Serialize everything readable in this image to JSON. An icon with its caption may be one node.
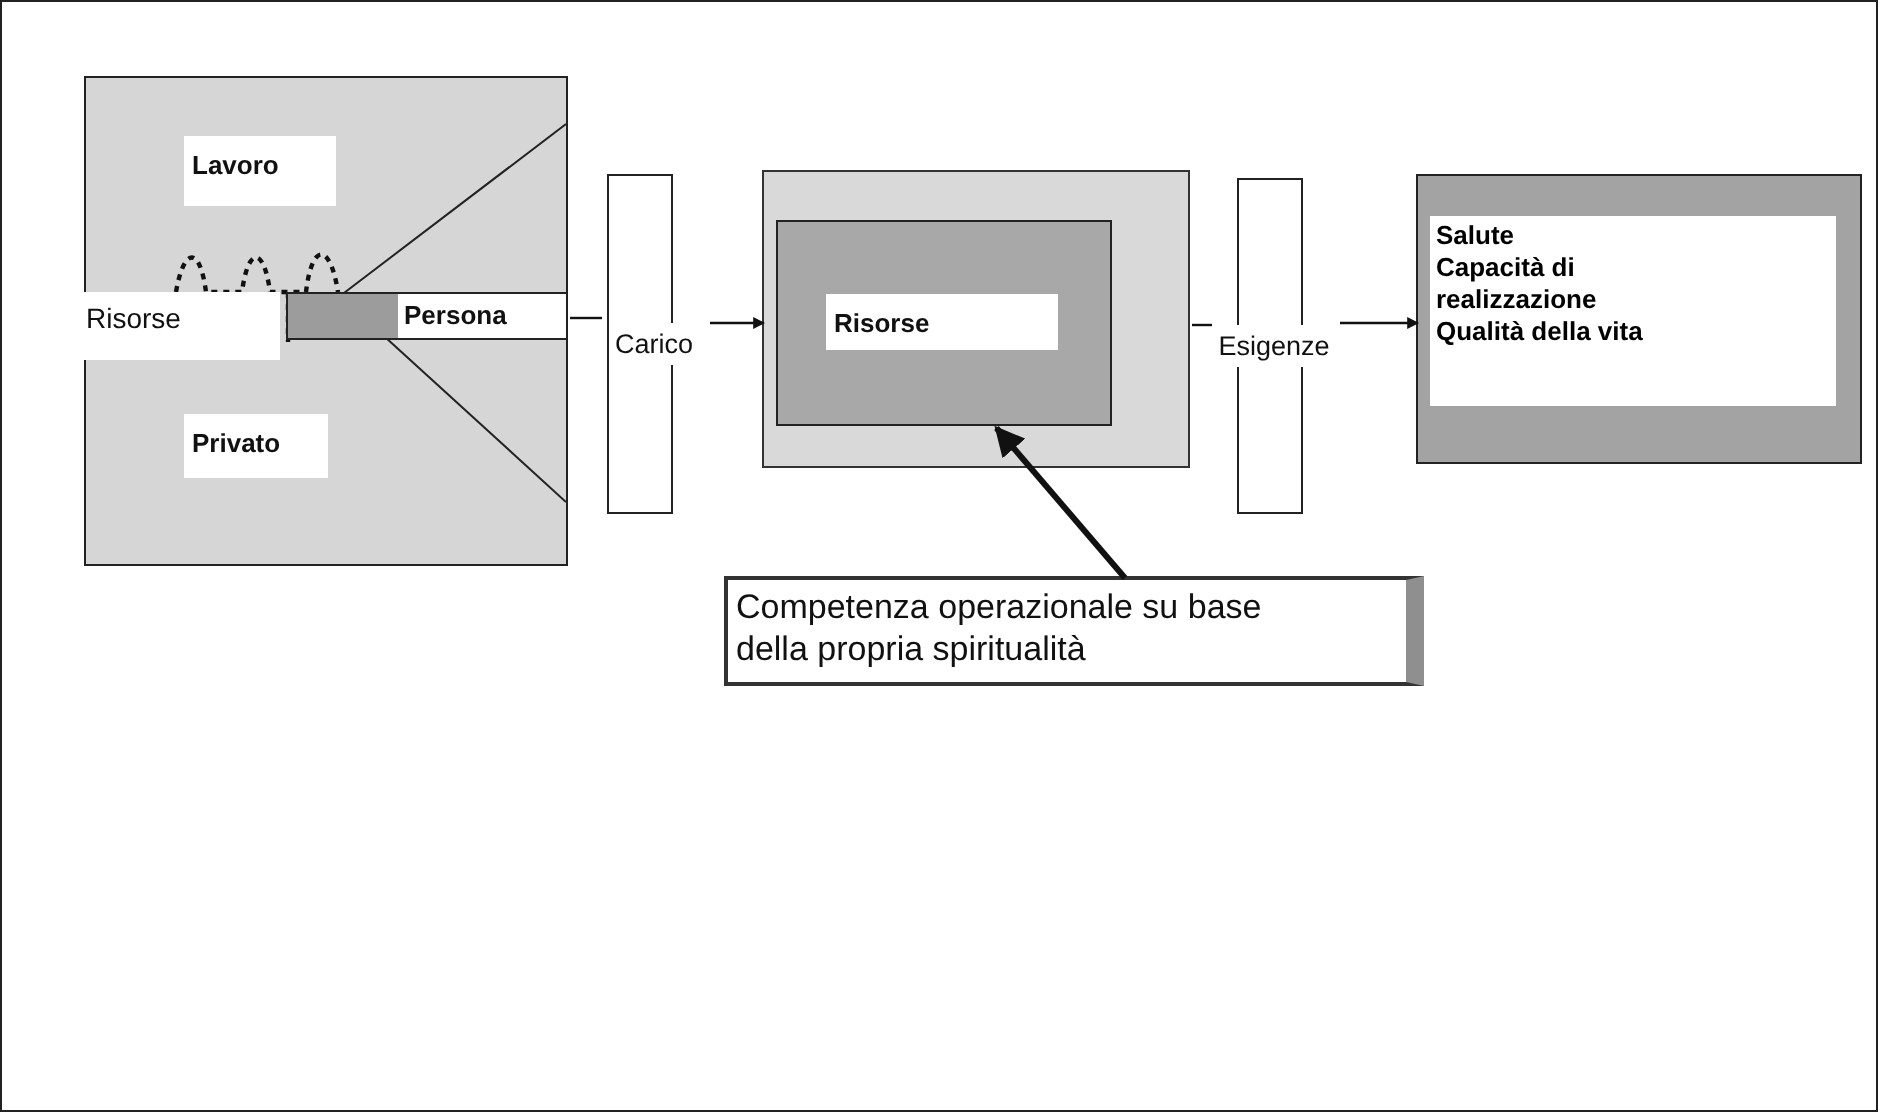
{
  "diagram": {
    "nodes": [
      {
        "text": [],
        "shape": "box"
      },
      {
        "text": [
          "Lavoro"
        ],
        "in": 0
      },
      {
        "text": [
          "Risorse"
        ],
        "in": 0
      },
      {
        "text": [
          "Persona"
        ],
        "in": 0
      },
      {
        "text": [
          "Privato"
        ],
        "in": 0
      },
      {
        "text": [
          "Carico"
        ]
      },
      {
        "text": [],
        "shape": "box"
      },
      {
        "text": [],
        "shape": "box",
        "in": 6
      },
      {
        "text": [
          "Risorse"
        ],
        "in": 7
      },
      {
        "text": [
          "Esigenze"
        ]
      },
      {
        "text": [
          "Salute",
          "Capacità di realizzazione",
          "Qualità della vita"
        ]
      },
      {
        "text": [
          "Competenza operazionale su base della propria spiritualità"
        ]
      }
    ],
    "edges": [
      {
        "from": 3,
        "to": 5,
        "arrow": "none"
      },
      {
        "from": 5,
        "to": 6,
        "arrow": "to"
      },
      {
        "from": 6,
        "to": 9,
        "arrow": "none"
      },
      {
        "from": 9,
        "to": 10,
        "arrow": "to"
      },
      {
        "from": 11,
        "to": 7,
        "arrow": "to",
        "style": "thick"
      }
    ]
  }
}
